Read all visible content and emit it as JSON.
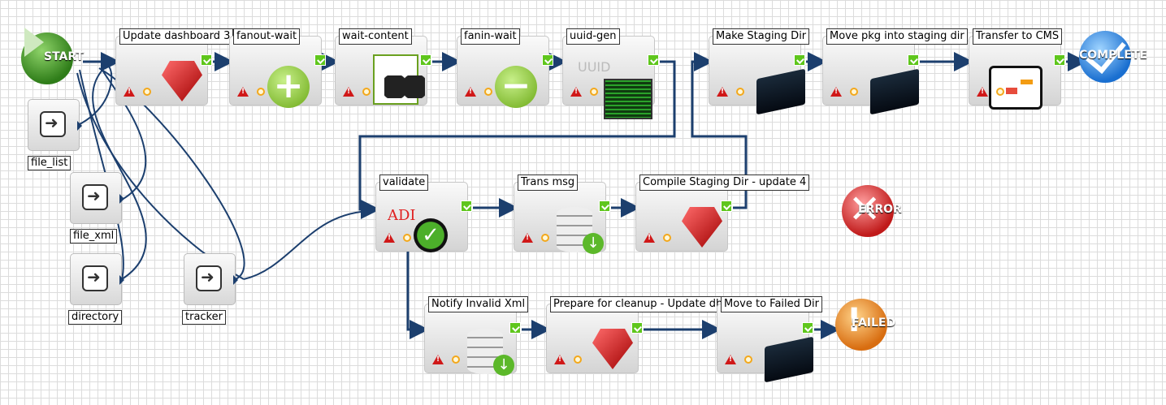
{
  "start": {
    "label": "START"
  },
  "complete": {
    "label": "COMPLETE"
  },
  "error": {
    "label": "ERROR"
  },
  "failed": {
    "label": "FAILED"
  },
  "inputs": {
    "file_list": "file_list",
    "file_xml": "file_xml",
    "directory": "directory",
    "tracker": "tracker"
  },
  "nodes": {
    "update_dashboard": "Update dashboard 3",
    "fanout_wait": "fanout-wait",
    "wait_content": "wait-content",
    "fanin_wait": "fanin-wait",
    "uuid_gen": "uuid-gen",
    "make_staging_dir": "Make Staging Dir",
    "move_pkg": "Move pkg into staging dir",
    "transfer_cms": "Transfer to CMS",
    "validate": "validate",
    "trans_msg": "Trans msg",
    "compile_staging": "Compile Staging Dir - update 4",
    "notify_invalid": "Notify Invalid Xml",
    "prepare_cleanup": "Prepare for cleanup - Update db",
    "move_failed": "Move to Failed Dir"
  },
  "icons": {
    "uuid_text": "UUID",
    "validate_text": "ADI"
  }
}
